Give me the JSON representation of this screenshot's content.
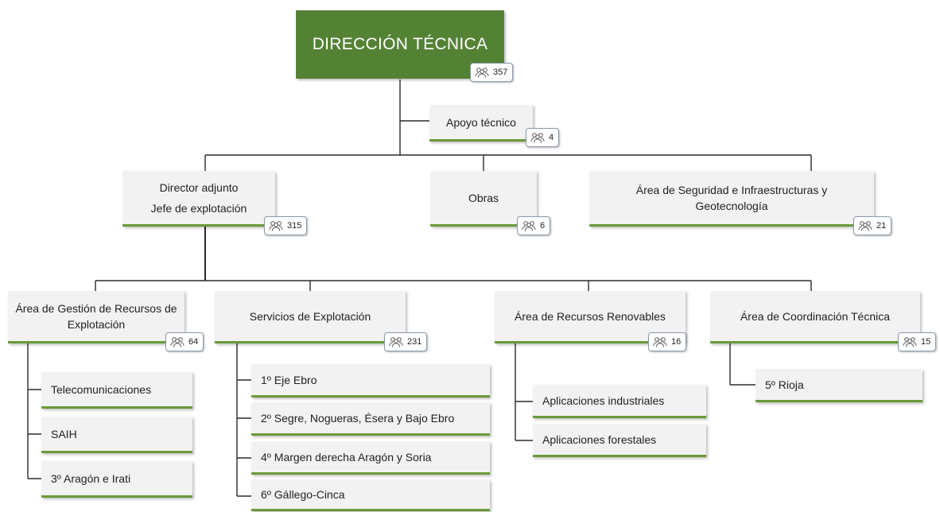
{
  "icon": "people-group-icon",
  "colors": {
    "root_fill": "#548235",
    "accent": "#6a9a3a",
    "box_fill": "#f2f2f2",
    "line": "#2b2b2b"
  },
  "root": {
    "label": "DIRECCIÓN TÉCNICA",
    "count": "357"
  },
  "apoyo": {
    "label": "Apoyo técnico",
    "count": "4"
  },
  "director": {
    "line1": "Director adjunto",
    "line2": "Jefe de explotación",
    "count": "315"
  },
  "obras": {
    "label": "Obras",
    "count": "6"
  },
  "seguridad": {
    "label": "Área de Seguridad e Infraestructuras y Geotecnología",
    "count": "21"
  },
  "gestion": {
    "label": "Área de Gestión de Recursos de Explotación",
    "count": "64",
    "children": [
      "Telecomunicaciones",
      "SAIH",
      "3º Aragón e Irati"
    ]
  },
  "servicios": {
    "label": "Servicios de Explotación",
    "count": "231",
    "children": [
      "1º Eje Ebro",
      "2º Segre, Nogueras, Ésera y Bajo Ebro",
      "4º Margen derecha Aragón y Soria",
      "6º Gállego-Cinca"
    ]
  },
  "renovables": {
    "label": "Área de Recursos Renovables",
    "count": "16",
    "children": [
      "Aplicaciones industriales",
      "Aplicaciones forestales"
    ]
  },
  "coordinacion": {
    "label": "Área de Coordinación Técnica",
    "count": "15",
    "children": [
      "5º Rioja"
    ]
  }
}
